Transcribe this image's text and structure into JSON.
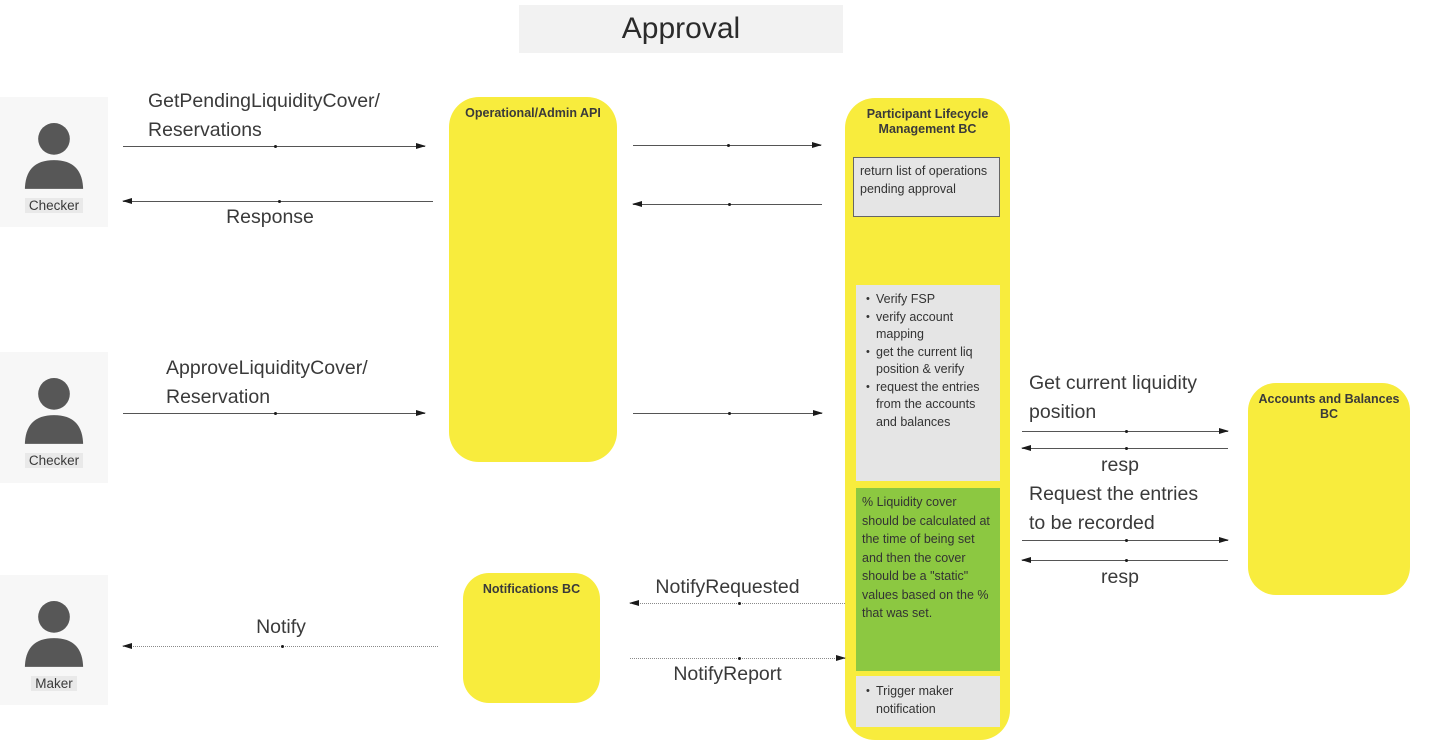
{
  "title": "Approval",
  "colors": {
    "component_yellow": "#f8ec3d",
    "note_green": "#8cc841",
    "note_gray": "#e5e5e5",
    "title_bg": "#f2f2f2",
    "actor_bg": "#f7f7f7",
    "person_icon": "#575757",
    "line": "#555555"
  },
  "actors": {
    "checker1": {
      "label": "Checker"
    },
    "checker2": {
      "label": "Checker"
    },
    "maker": {
      "label": "Maker"
    }
  },
  "components": {
    "api": {
      "title": "Operational/Admin API"
    },
    "plm": {
      "title_line1": "Participant Lifecycle",
      "title_line2": "Management BC"
    },
    "notifications": {
      "title": "Notifications BC"
    },
    "ab": {
      "title_line1": "Accounts and Balances",
      "title_line2": "BC"
    }
  },
  "notes": {
    "return_list": "return list of operations pending approval",
    "verify_steps": [
      "Verify FSP",
      "verify account mapping",
      "get the current liq position & verify",
      "request the entries from the accounts and balances"
    ],
    "liquidity_cover": "% Liquidity cover should be calculated at the time of being set and then the cover should be a \"static\" values based on the % that was set.",
    "trigger_steps": [
      "Trigger maker notification"
    ]
  },
  "messages": {
    "get_pending_line1": "GetPendingLiquidityCover/",
    "get_pending_line2": "Reservations",
    "response": "Response",
    "approve_line1": "ApproveLiquidityCover/",
    "approve_line2": "Reservation",
    "get_current_liq_line1": "Get current liquidity",
    "get_current_liq_line2": "position",
    "resp1": "resp",
    "request_entries_line1": "Request the entries",
    "request_entries_line2": "to be recorded",
    "resp2": "resp",
    "notify": "Notify",
    "notify_requested": "NotifyRequested",
    "notify_report": "NotifyReport"
  }
}
